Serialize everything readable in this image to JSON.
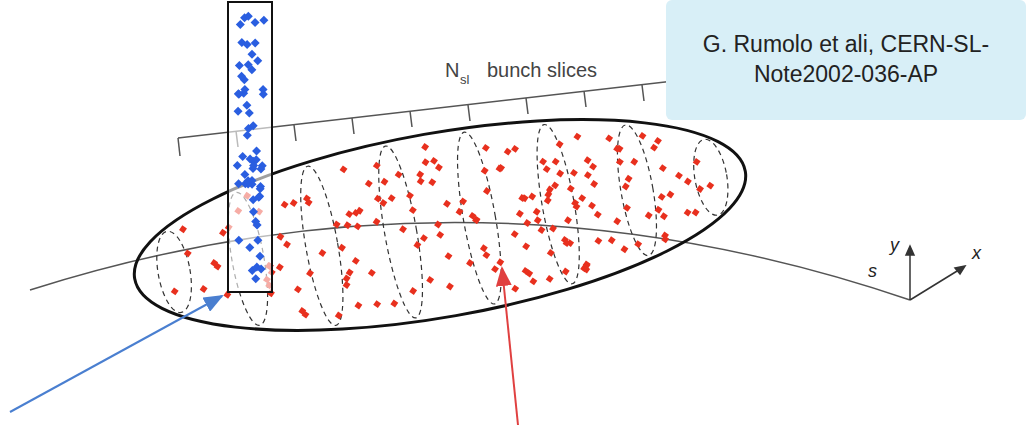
{
  "diagram": {
    "nodes": [
      {
        "text": [
          "G. Rumolo et ali, CERN-SL-Note2002-036-AP"
        ]
      }
    ],
    "labels": [
      "N",
      "sl",
      "bunch slices",
      "y",
      "s",
      "x"
    ]
  }
}
